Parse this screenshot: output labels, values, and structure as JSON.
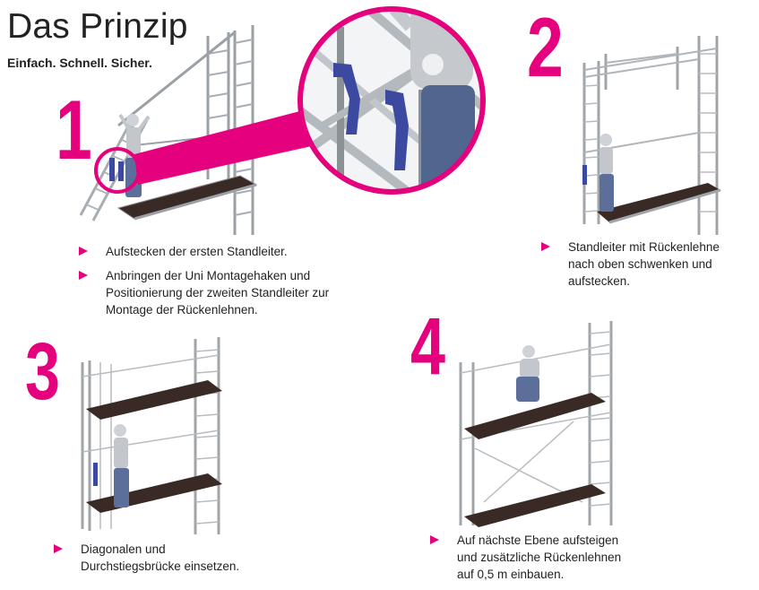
{
  "header": {
    "title": "Das Prinzip",
    "subtitle": "Einfach. Schnell. Sicher."
  },
  "accent_color": "#e5007e",
  "steps": [
    {
      "number": "1",
      "items": [
        "Aufstecken der ersten Standleiter.",
        "Anbringen der Uni Montagehaken und Positionierung der zweiten Standleiter zur Montage der Rückenlehnen."
      ]
    },
    {
      "number": "2",
      "items": [
        "Standleiter mit Rückenlehne nach oben schwenken und aufstecken."
      ]
    },
    {
      "number": "3",
      "items": [
        "Diagonalen und Durchstiegsbrücke einsetzen."
      ]
    },
    {
      "number": "4",
      "items": [
        "Auf nächste Ebene aufsteigen und zusätzliche Rückenlehnen auf 0,5 m einbauen."
      ]
    }
  ]
}
